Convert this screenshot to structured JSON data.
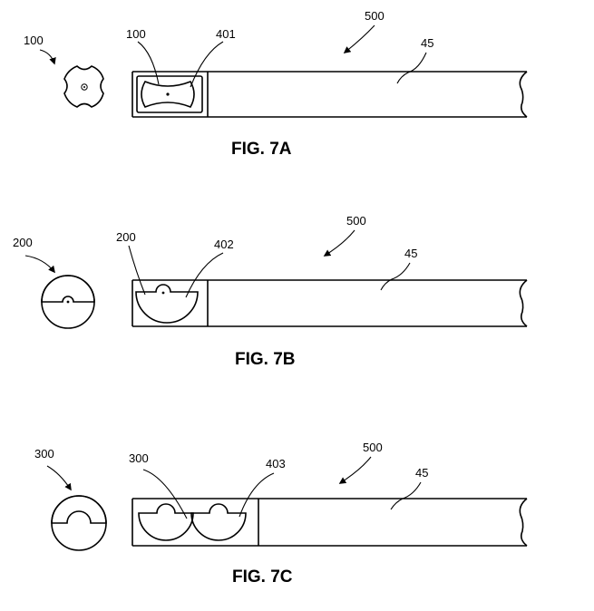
{
  "figures": [
    {
      "caption": "FIG. 7A",
      "labels": {
        "standalone": "100",
        "inserted": "100",
        "insert": "401",
        "assembly": "500",
        "tube": "45"
      }
    },
    {
      "caption": "FIG. 7B",
      "labels": {
        "standalone": "200",
        "inserted": "200",
        "insert": "402",
        "assembly": "500",
        "tube": "45"
      }
    },
    {
      "caption": "FIG. 7C",
      "labels": {
        "standalone": "300",
        "inserted": "300",
        "insert": "403",
        "assembly": "500",
        "tube": "45"
      }
    }
  ]
}
